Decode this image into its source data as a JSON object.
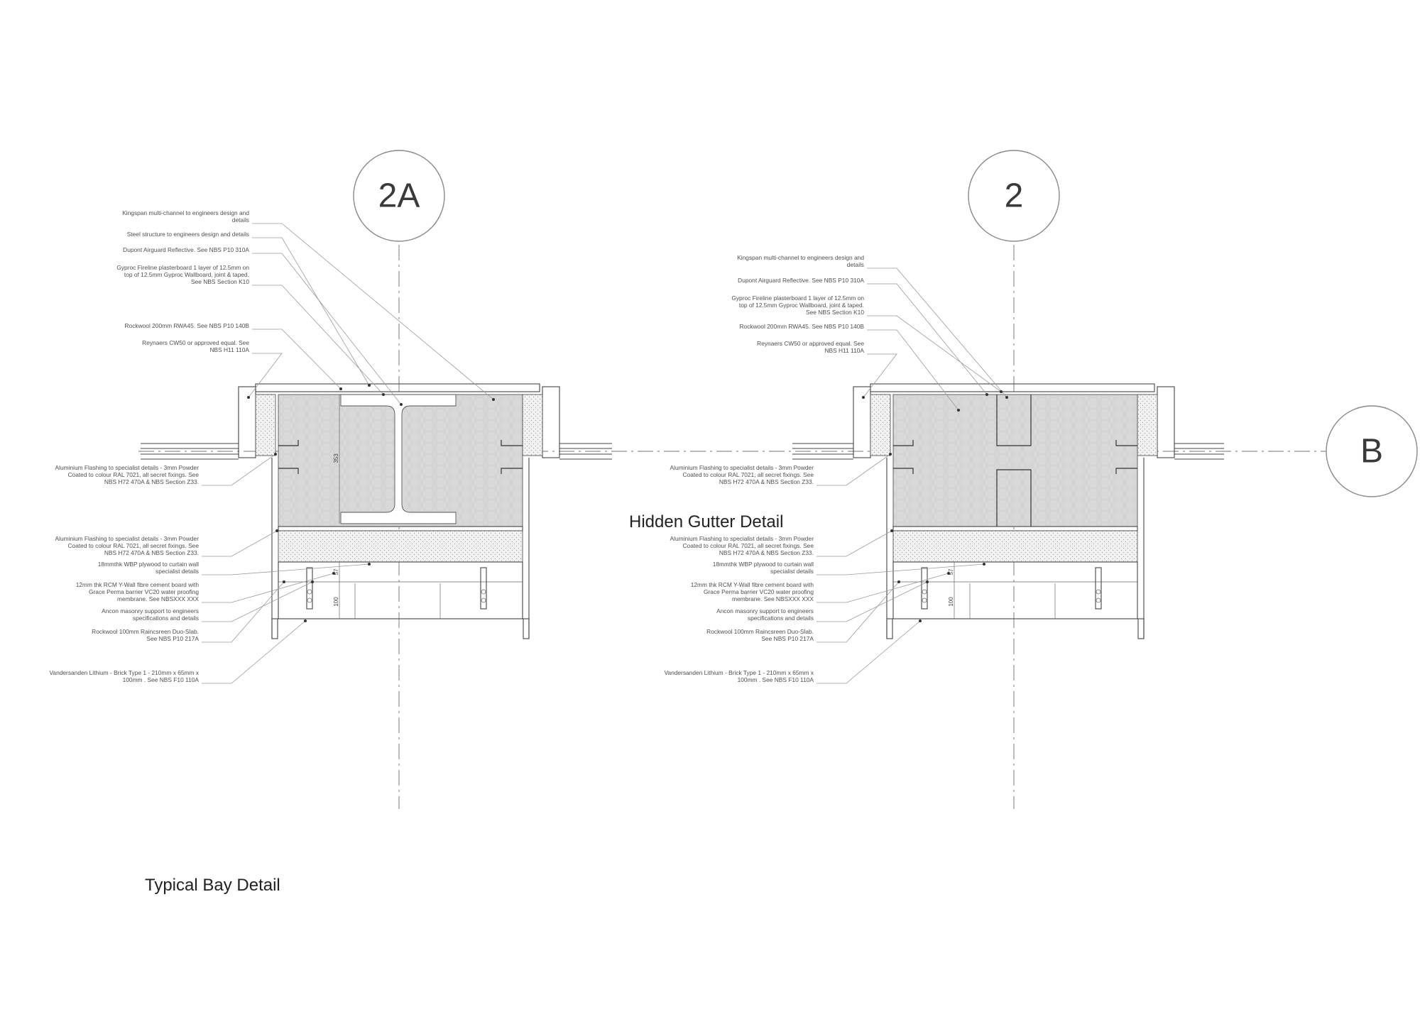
{
  "grid_markers": {
    "left_detail": "2A",
    "right_detail": "2",
    "row": "B"
  },
  "titles": {
    "typical_bay": "Typical Bay Detail",
    "hidden_gutter": "Hidden Gutter Detail"
  },
  "left_detail": {
    "notes_top": [
      [
        "Kingspan multi-channel to engineers design and",
        "details"
      ],
      [
        "Steel structure to engineers design and details"
      ],
      [
        "Dupont Airguard Reflective. See NBS P10 310A"
      ],
      [
        "Gyproc Fireline plasterboard 1 layer of 12.5mm on",
        "top of 12.5mm Gyproc Wallboard, joint & taped.",
        "See NBS Section K10"
      ],
      [
        "Rockwool 200mm RWA45.  See NBS P10 140B"
      ],
      [
        "Reynaers CW50 or approved equal. See",
        "NBS H11 110A"
      ]
    ],
    "notes_bottom": [
      [
        "Aluminium Flashing to specialist details - 3mm Powder",
        "Coated to colour RAL 7021, all secret fixings. See",
        "NBS H72 470A & NBS Section Z33."
      ],
      [
        "Aluminium Flashing to specialist details - 3mm Powder",
        "Coated to colour RAL 7021, all secret fixings. See",
        "NBS H72 470A & NBS Section Z33."
      ],
      [
        "18mmthk WBP plywood to curtain wall",
        "specialist details"
      ],
      [
        "12mm thk RCM Y-Wall fibre cement board with",
        "Grace Perma barrier VC20 water proofing",
        "membrane.  See NBSXXX XXX"
      ],
      [
        "Ancon masonry support to engineers",
        "specifications and details"
      ],
      [
        "Rockwool 100mm Raincsreen Duo-Slab.",
        "See NBS P10 217A"
      ],
      [
        "Vandersanden Lithium - Brick Type 1 - 210mm x 65mm x",
        "100mm .  See NBS F10 110A"
      ]
    ],
    "dims": {
      "height": "353",
      "upper": "57",
      "lower": "100"
    }
  },
  "right_detail": {
    "notes_top": [
      [
        "Kingspan multi-channel to engineers design and",
        "details"
      ],
      [
        "Dupont Airguard Reflective. See NBS P10 310A"
      ],
      [
        "Gyproc Fireline plasterboard 1 layer of 12.5mm on",
        "top of 12.5mm Gyproc Wallboard, joint & taped.",
        "See NBS Section K10"
      ],
      [
        "Rockwool 200mm RWA45.  See NBS P10 140B"
      ],
      [
        "Reynaers CW50 or approved equal. See",
        "NBS H11 110A"
      ]
    ],
    "notes_bottom": [
      [
        "Aluminium Flashing to specialist details - 3mm Powder",
        "Coated to colour RAL 7021, all secret fixings. See",
        "NBS H72 470A & NBS Section Z33."
      ],
      [
        "Aluminium Flashing to specialist details - 3mm Powder",
        "Coated to colour RAL 7021, all secret fixings. See",
        "NBS H72 470A & NBS Section Z33."
      ],
      [
        "18mmthk WBP plywood to curtain wall",
        "specialist details"
      ],
      [
        "12mm thk RCM Y-Wall fibre cement board with",
        "Grace Perma barrier VC20 water proofing",
        "membrane.  See NBSXXX XXX"
      ],
      [
        "Ancon masonry support to engineers",
        "specifications and details"
      ],
      [
        "Rockwool 100mm Raincsreen Duo-Slab.",
        "See NBS P10 217A"
      ],
      [
        "Vandersanden Lithium - Brick Type 1 - 210mm x 65mm x",
        "100mm .  See NBS F10 110A"
      ]
    ],
    "dims": {
      "upper": "57",
      "lower": "100"
    }
  }
}
